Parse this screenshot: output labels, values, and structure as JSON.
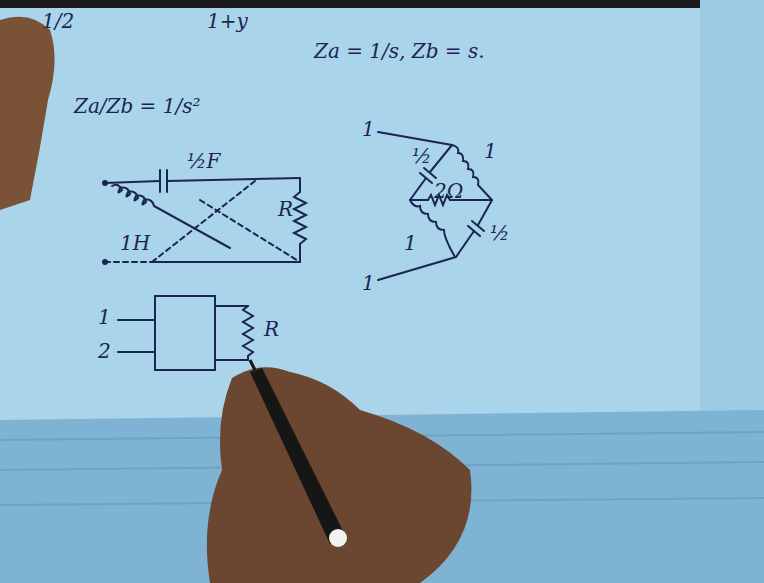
{
  "diagram": {
    "labels": [
      "1/2",
      "1+y",
      "Za = 1/s,  Zb = s.",
      "Za/Zb = 1/s²",
      "½F",
      "1H",
      "R",
      "1",
      "½",
      "1",
      "2Ω",
      "1",
      "½",
      "1",
      "1",
      "2",
      "R"
    ]
  }
}
